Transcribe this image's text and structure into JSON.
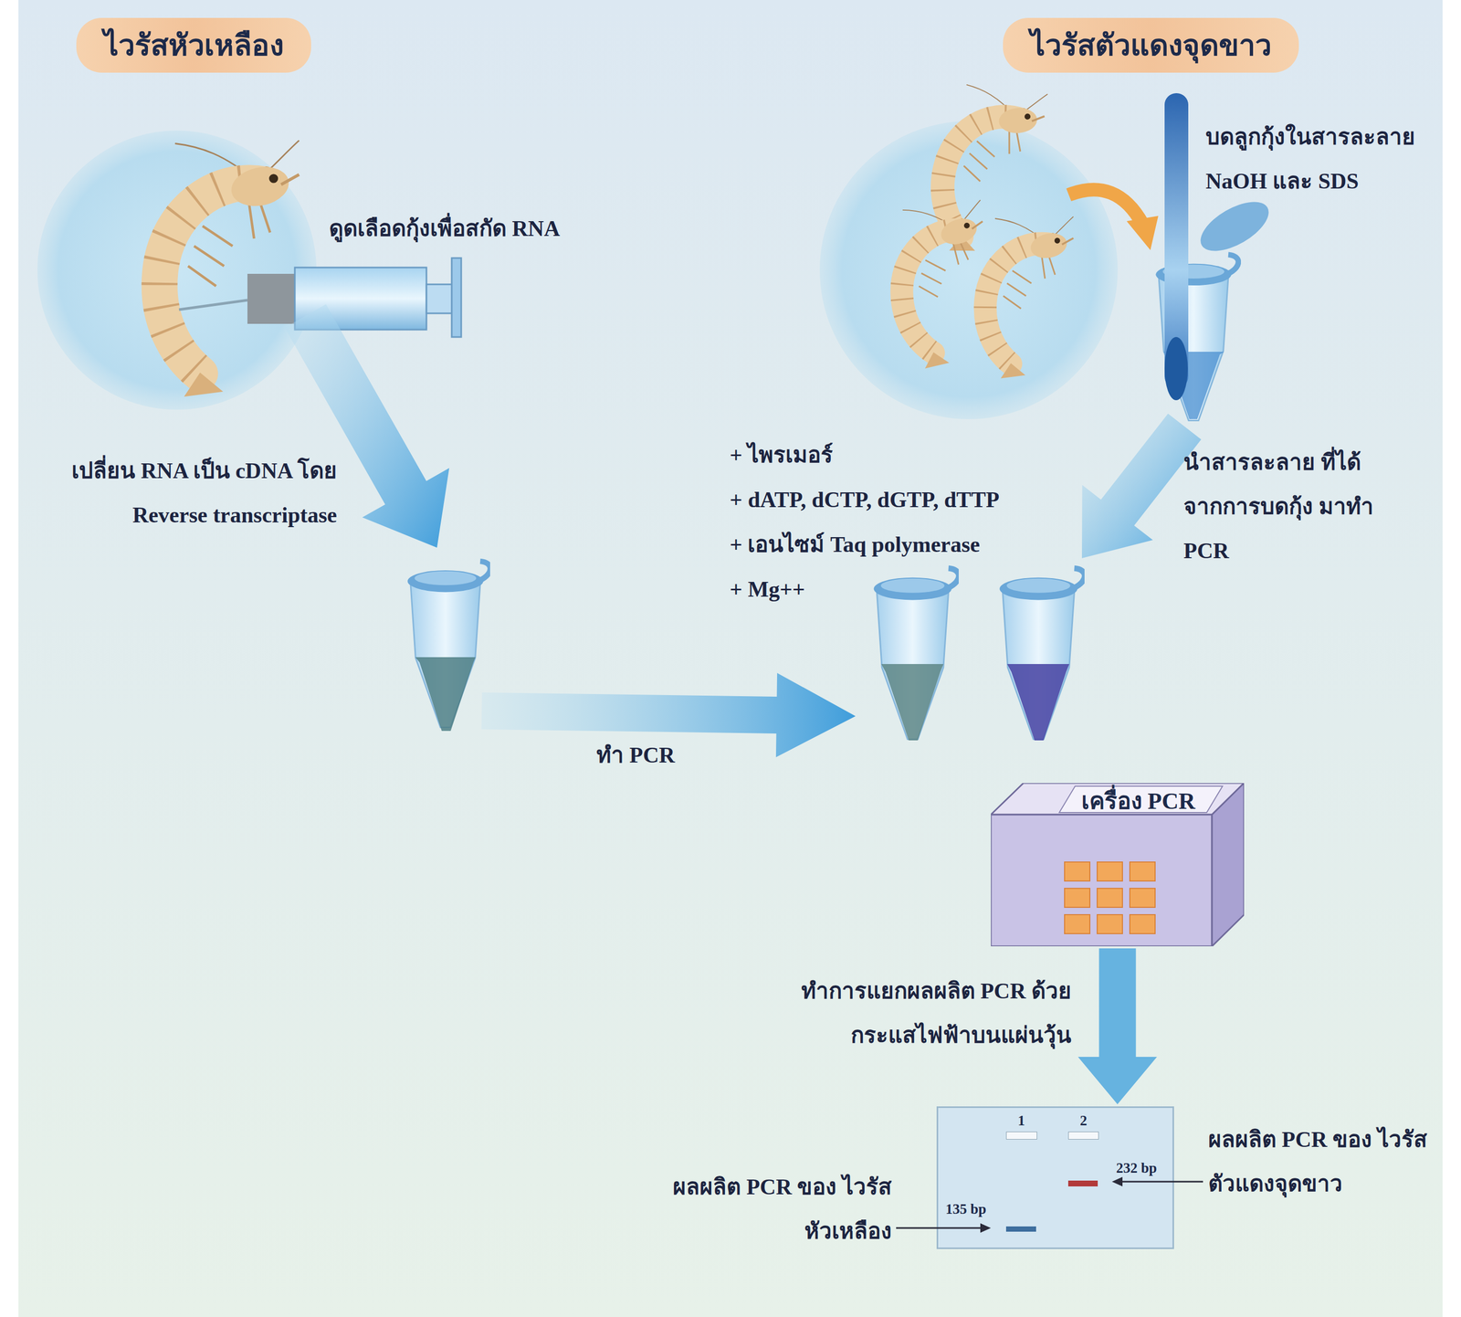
{
  "diagram": {
    "nodes": [
      {
        "text": [
          "ไวรัสหัวเหลือง"
        ]
      },
      {
        "text": [
          "ไวรัสตัวแดงจุดขาว"
        ]
      },
      {
        "text": [
          "เครื่อง PCR"
        ]
      },
      {
        "text": [
          "1",
          "2",
          "232 bp",
          "135 bp"
        ]
      }
    ],
    "edges": [
      {
        "from": 2,
        "to": 3,
        "arrow": "to"
      }
    ],
    "labels": [
      "ดูดเลือดกุ้งเพื่อสกัด RNA",
      "บดลูกกุ้งในสารละลาย NaOH และ SDS",
      "เปลี่ยน RNA เป็น cDNA โดย Reverse transcriptase",
      "+ ไพรเมอร์",
      "+ dATP, dCTP, dGTP, dTTP",
      "+ เอนไซม์ Taq polymerase",
      "+ Mg++",
      "นำสารละลาย ที่ได้จากการบดกุ้ง มาทำ PCR",
      "ทำ PCR",
      "ทำการแยกผลผลิต PCR ด้วยกระแสไฟฟ้าบนแผ่นวุ้น",
      "ผลผลิต PCR ของ ไวรัสตัวแดงจุดขาว",
      "ผลผลิต PCR ของ ไวรัสหัวเหลือง"
    ]
  }
}
